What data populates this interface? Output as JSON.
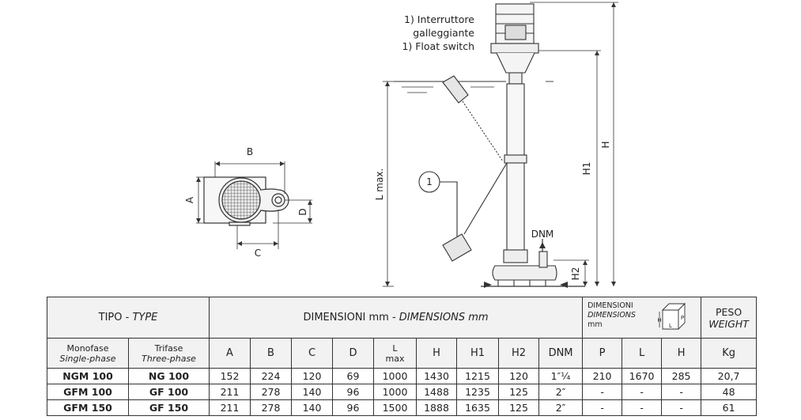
{
  "drawing": {
    "label_b": "B",
    "label_a": "A",
    "label_c": "C",
    "label_d": "D",
    "label_lmax": "L max.",
    "label_h": "H",
    "label_h1": "H1",
    "label_h2": "H2",
    "label_dnm": "DNM",
    "callout_number": "1",
    "float_label": {
      "line1": "1) Interruttore",
      "line2": "galleggiante",
      "line3": "1) Float  switch"
    }
  },
  "table": {
    "tipo_label": "TIPO - ",
    "tipo_label_italic": "TYPE",
    "dim_label": "DIMENSIONI mm - ",
    "dim_label_italic": "DIMENSIONS mm",
    "pack_dim": {
      "line1": "DIMENSIONI",
      "line2": "DIMENSIONS",
      "line3": "mm"
    },
    "peso": {
      "line1": "PESO",
      "line2": "WEIGHT"
    },
    "mono": {
      "it": "Monofase",
      "en": "Single-phase"
    },
    "tri": {
      "it": "Trifase",
      "en": "Three-phase"
    },
    "columns": [
      "A",
      "B",
      "C",
      "D",
      "L",
      "H",
      "H1",
      "H2",
      "DNM",
      "P",
      "L",
      "H",
      "Kg"
    ],
    "col_l_sub": "max",
    "rows": [
      {
        "mono": "NGM 100",
        "tri": "NG 100",
        "values": [
          "152",
          "224",
          "120",
          "69",
          "1000",
          "1430",
          "1215",
          "120",
          "1″¼",
          "210",
          "1670",
          "285",
          "20,7"
        ]
      },
      {
        "mono": "GFM 100",
        "tri": "GF 100",
        "values": [
          "211",
          "278",
          "140",
          "96",
          "1000",
          "1488",
          "1235",
          "125",
          "2″",
          "-",
          "-",
          "-",
          "48"
        ]
      },
      {
        "mono": "GFM 150",
        "tri": "GF 150",
        "values": [
          "211",
          "278",
          "140",
          "96",
          "1500",
          "1888",
          "1635",
          "125",
          "2″",
          "-",
          "-",
          "-",
          "61"
        ]
      }
    ]
  }
}
